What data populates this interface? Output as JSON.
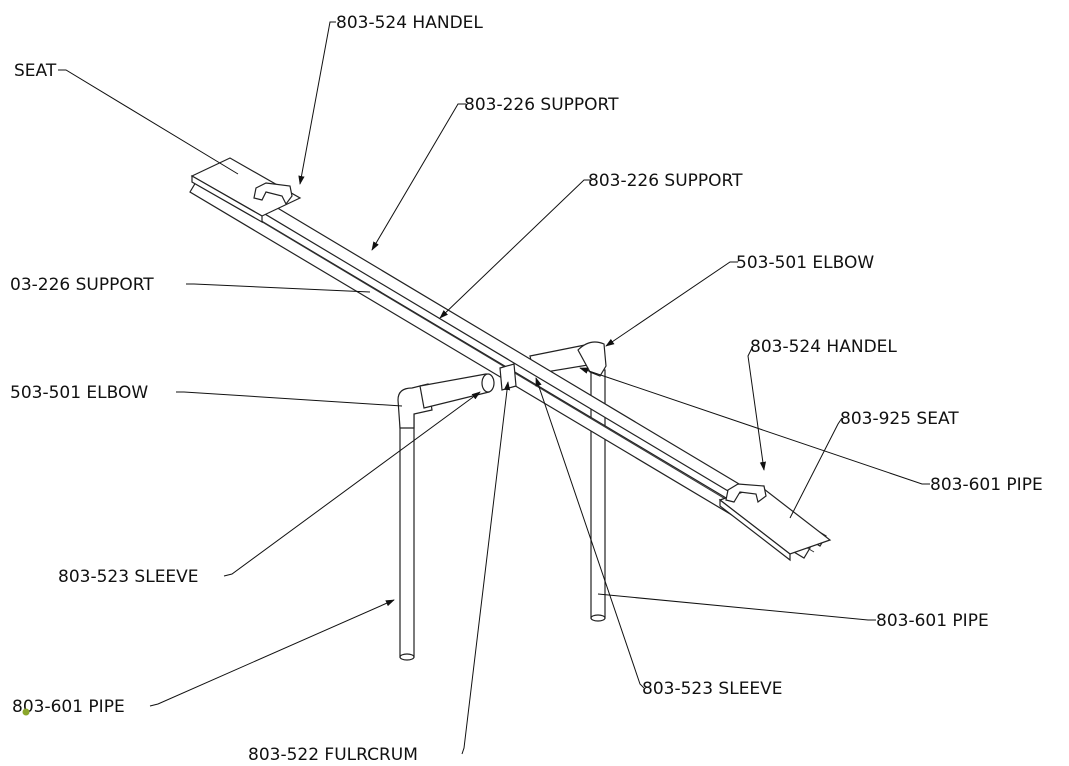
{
  "labels": {
    "handel_top": "803-524 HANDEL",
    "seat_top": "SEAT",
    "support_a": "803-226 SUPPORT",
    "support_b": "803-226 SUPPORT",
    "support_c": "03-226 SUPPORT",
    "elbow_right": "503-501 ELBOW",
    "handel_right": "803-524 HANDEL",
    "elbow_left": "503-501 ELBOW",
    "seat_right": "803-925 SEAT",
    "pipe_right_top": "803-601 PIPE",
    "sleeve_left": "803-523 SLEEVE",
    "pipe_right_bottom": "803-601 PIPE",
    "sleeve_right": "803-523 SLEEVE",
    "pipe_left": "803-601 PIPE",
    "fulcrum": "803-522 FULRCRUM"
  }
}
